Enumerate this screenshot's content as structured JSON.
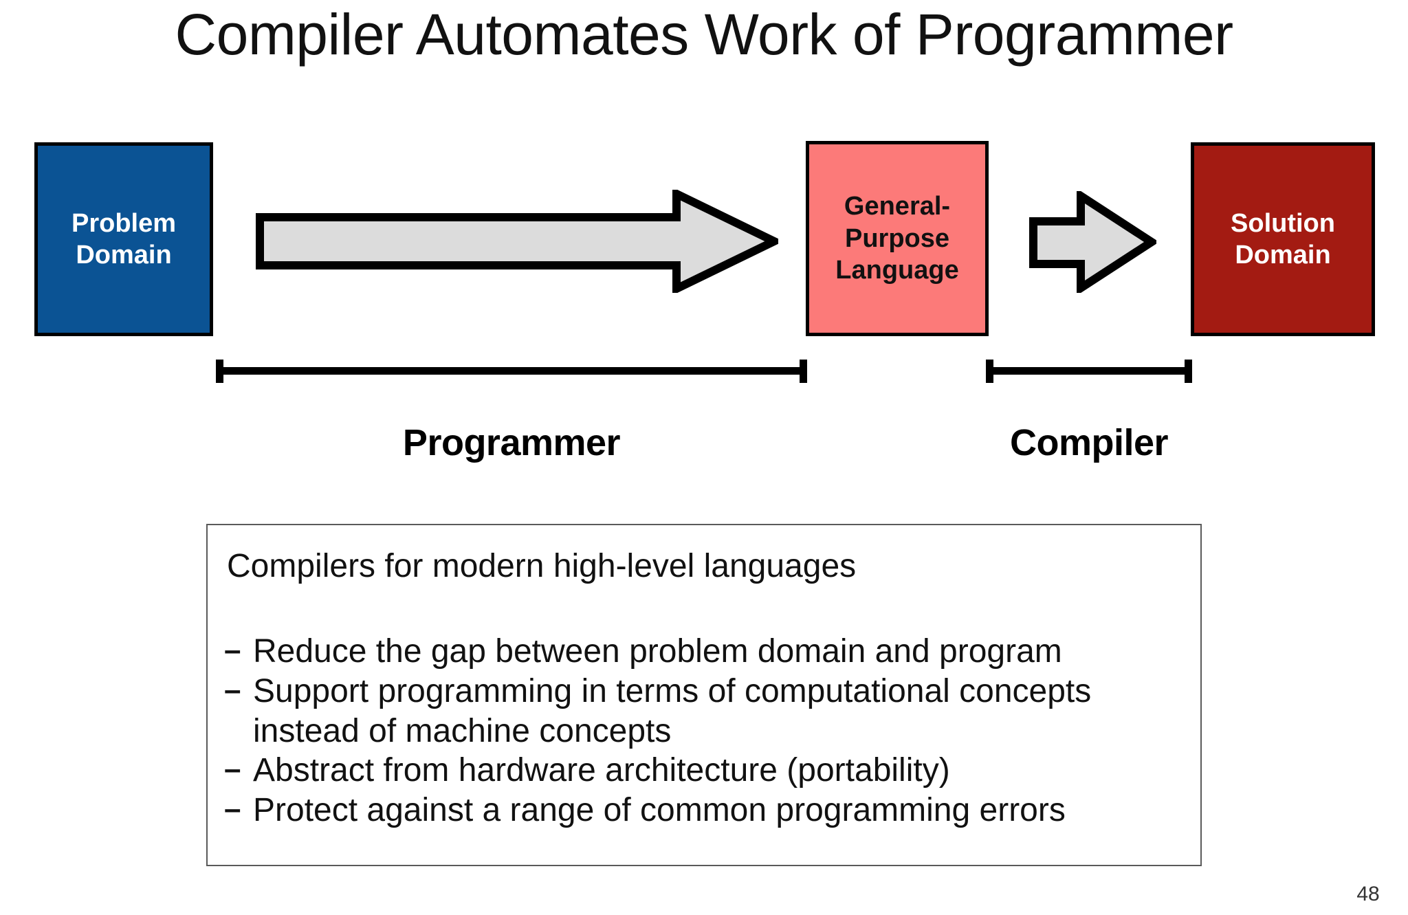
{
  "slide": {
    "title": "Compiler Automates Work of Programmer",
    "page_number": "48",
    "background_color": "#FFFFFF"
  },
  "diagram": {
    "boxes": [
      {
        "name": "problem-domain",
        "line1": "Problem",
        "line2": "Domain",
        "fill_color": "#0B5394",
        "text_color": "#FFFFFF",
        "border_color": "#000000"
      },
      {
        "name": "general-purpose-language",
        "line1": "General-",
        "line2": "Purpose",
        "line3": "Language",
        "fill_color": "#FC7A79",
        "text_color": "#111111",
        "border_color": "#000000"
      },
      {
        "name": "solution-domain",
        "line1": "Solution",
        "line2": "Domain",
        "fill_color": "#A31B12",
        "text_color": "#FFFFFF",
        "border_color": "#000000"
      }
    ],
    "arrows": [
      {
        "name": "programmer-arrow",
        "direction": "right",
        "fill_color": "#DCDCDC",
        "stroke_color": "#000000"
      },
      {
        "name": "compiler-arrow",
        "direction": "right",
        "fill_color": "#DCDCDC",
        "stroke_color": "#000000"
      }
    ],
    "spans": [
      {
        "name": "programmer-span",
        "label": "Programmer"
      },
      {
        "name": "compiler-span",
        "label": "Compiler"
      }
    ]
  },
  "notes": {
    "heading": "Compilers for modern high-level languages",
    "bullet_marker": "–",
    "items": [
      "Reduce the gap between problem domain and program",
      "Support programming in terms of computational concepts instead of machine concepts",
      "Abstract from hardware architecture (portability)",
      "Protect against a range of common programming errors"
    ]
  }
}
